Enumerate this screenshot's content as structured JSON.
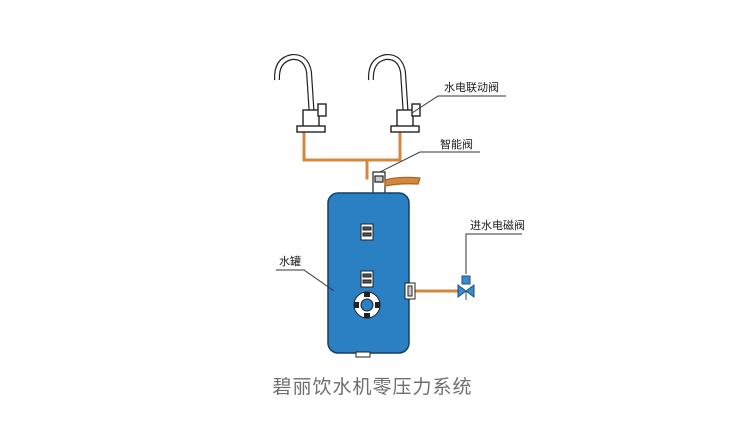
{
  "labels": {
    "linked_valve": "水电联动阀",
    "smart_valve": "智能阀",
    "inlet_solenoid_valve": "进水电磁阀",
    "water_tank": "水罐"
  },
  "caption": "碧丽饮水机零压力系统",
  "colors": {
    "tank_fill": "#2b7fc3",
    "pipe": "#d4883a",
    "pipe_dark": "#a8621e",
    "faucet_fill": "#ffffff",
    "outline": "#222222",
    "leader": "#333333",
    "caption_text": "#6e6e6e",
    "valve_blue": "#3a8ad0"
  },
  "icons": [
    "faucet-icon",
    "control-panel-icon",
    "gear-icon",
    "valve-icon"
  ]
}
